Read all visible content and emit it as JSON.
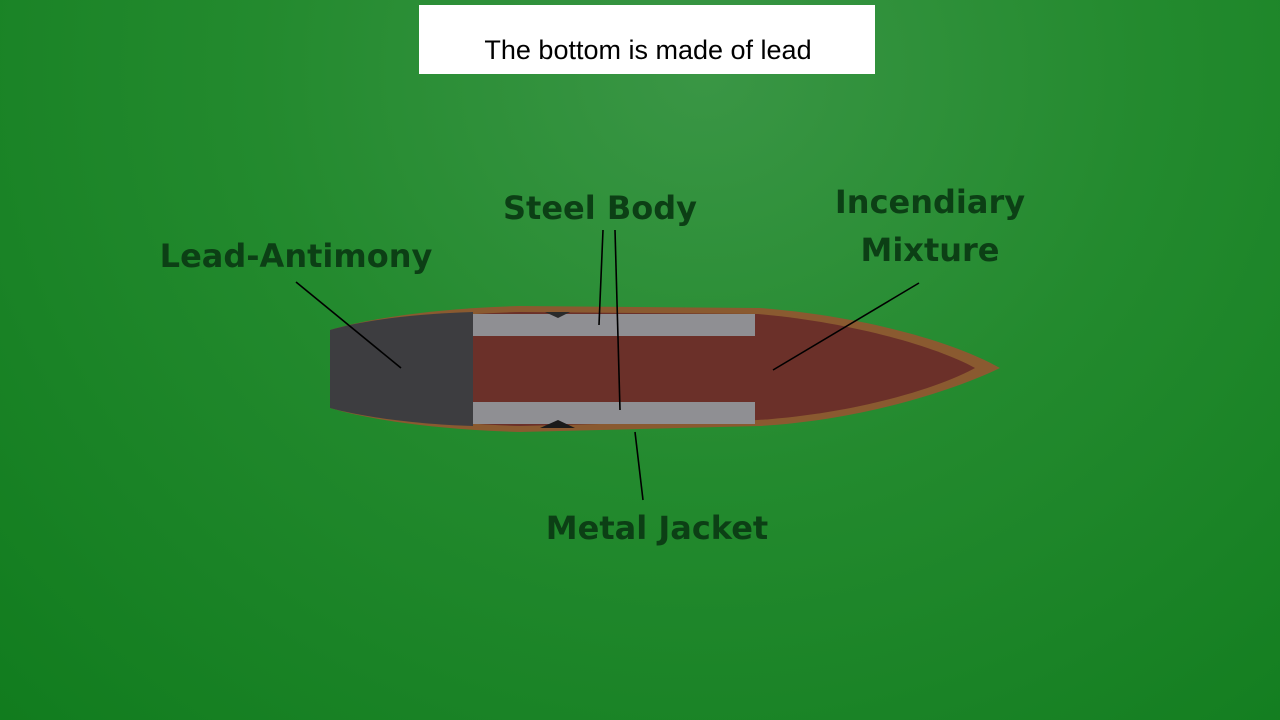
{
  "caption": {
    "text": "The bottom is made of lead"
  },
  "labels": {
    "lead_antimony": "Lead-Antimony",
    "steel_body": "Steel Body",
    "incendiary_line1": "Incendiary",
    "incendiary_line2": "Mixture",
    "metal_jacket": "Metal Jacket"
  },
  "colors": {
    "background": "#238a2e",
    "jacket": "#8a5a30",
    "lead_core": "#3d3d40",
    "steel": "#8f8f93",
    "incendiary": "#6b3029",
    "label_text": "#0c3f15"
  }
}
